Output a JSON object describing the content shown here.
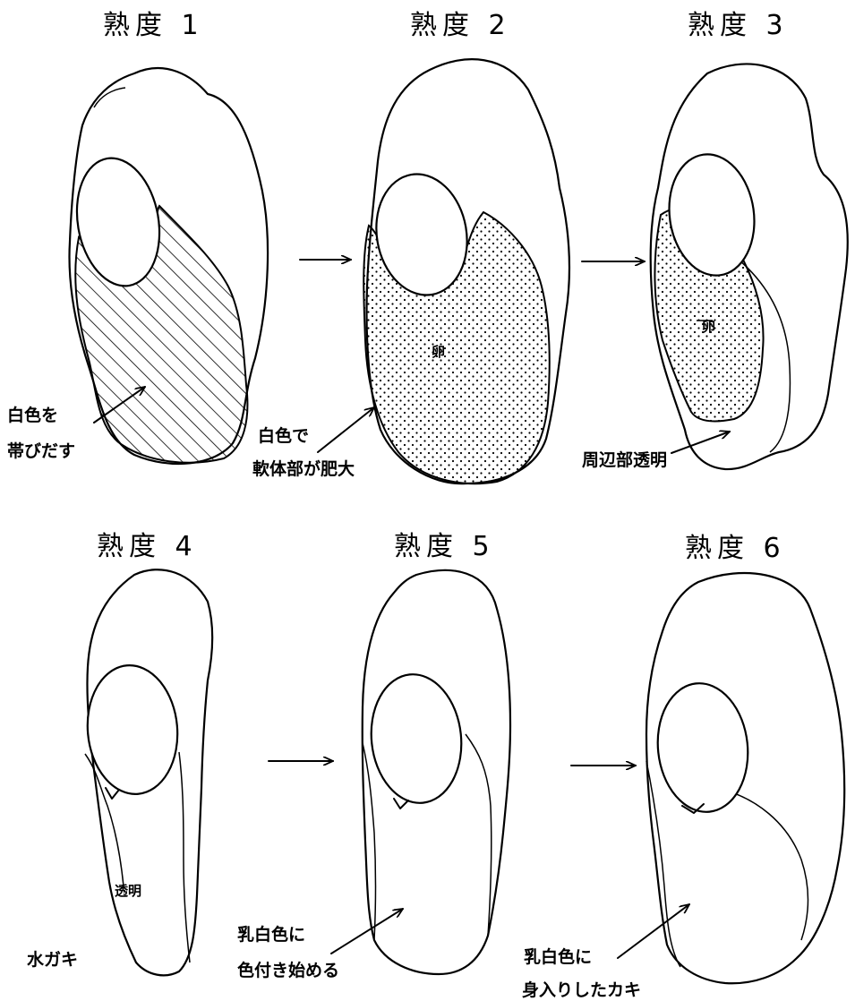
{
  "stages": [
    {
      "title": "熟度 1"
    },
    {
      "title": "熟度 2",
      "inner_label": "卵"
    },
    {
      "title": "熟度 3",
      "inner_label": "卵"
    },
    {
      "title": "熟度 4",
      "inner_label": "透明"
    },
    {
      "title": "熟度 5"
    },
    {
      "title": "熟度 6"
    }
  ],
  "annotations": {
    "stage1_line1": "白色を",
    "stage1_line2": "帯びだす",
    "stage2_line1": "白色で",
    "stage2_line2": "軟体部が肥大",
    "stage3": "周辺部透明",
    "stage4": "水ガキ",
    "stage5_line1": "乳白色に",
    "stage5_line2": "色付き始める",
    "stage6_line1": "乳白色に",
    "stage6_line2": "身入りしたカキ"
  }
}
